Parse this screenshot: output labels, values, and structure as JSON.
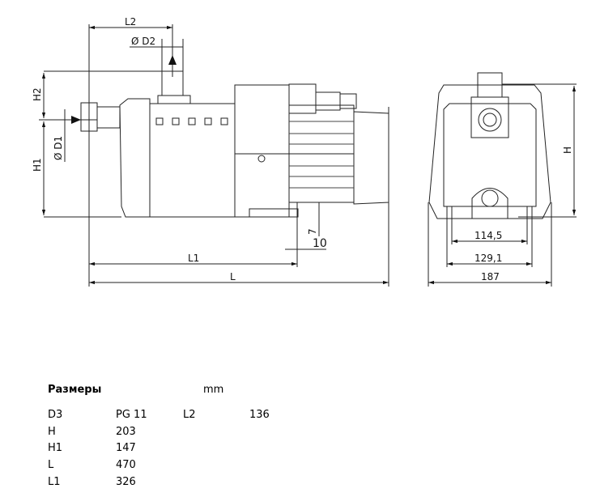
{
  "drawing": {
    "side_view": {
      "L2": "L2",
      "D2": "Ø D2",
      "H2": "H2",
      "H1": "H1",
      "D1": "Ø D1",
      "dim_7": "7",
      "dim_10": "10",
      "L1": "L1",
      "L": "L"
    },
    "front_view": {
      "H": "H",
      "dim_114": "114,5",
      "dim_129": "129,1",
      "dim_187": "187"
    }
  },
  "table": {
    "title": "Размеры",
    "unit": "mm",
    "rows": [
      {
        "k": "D3",
        "v": "PG 11",
        "k2": "L2",
        "v2": "136"
      },
      {
        "k": "H",
        "v": "203"
      },
      {
        "k": "H1",
        "v": "147"
      },
      {
        "k": "L",
        "v": "470"
      },
      {
        "k": "L1",
        "v": "326"
      }
    ]
  }
}
